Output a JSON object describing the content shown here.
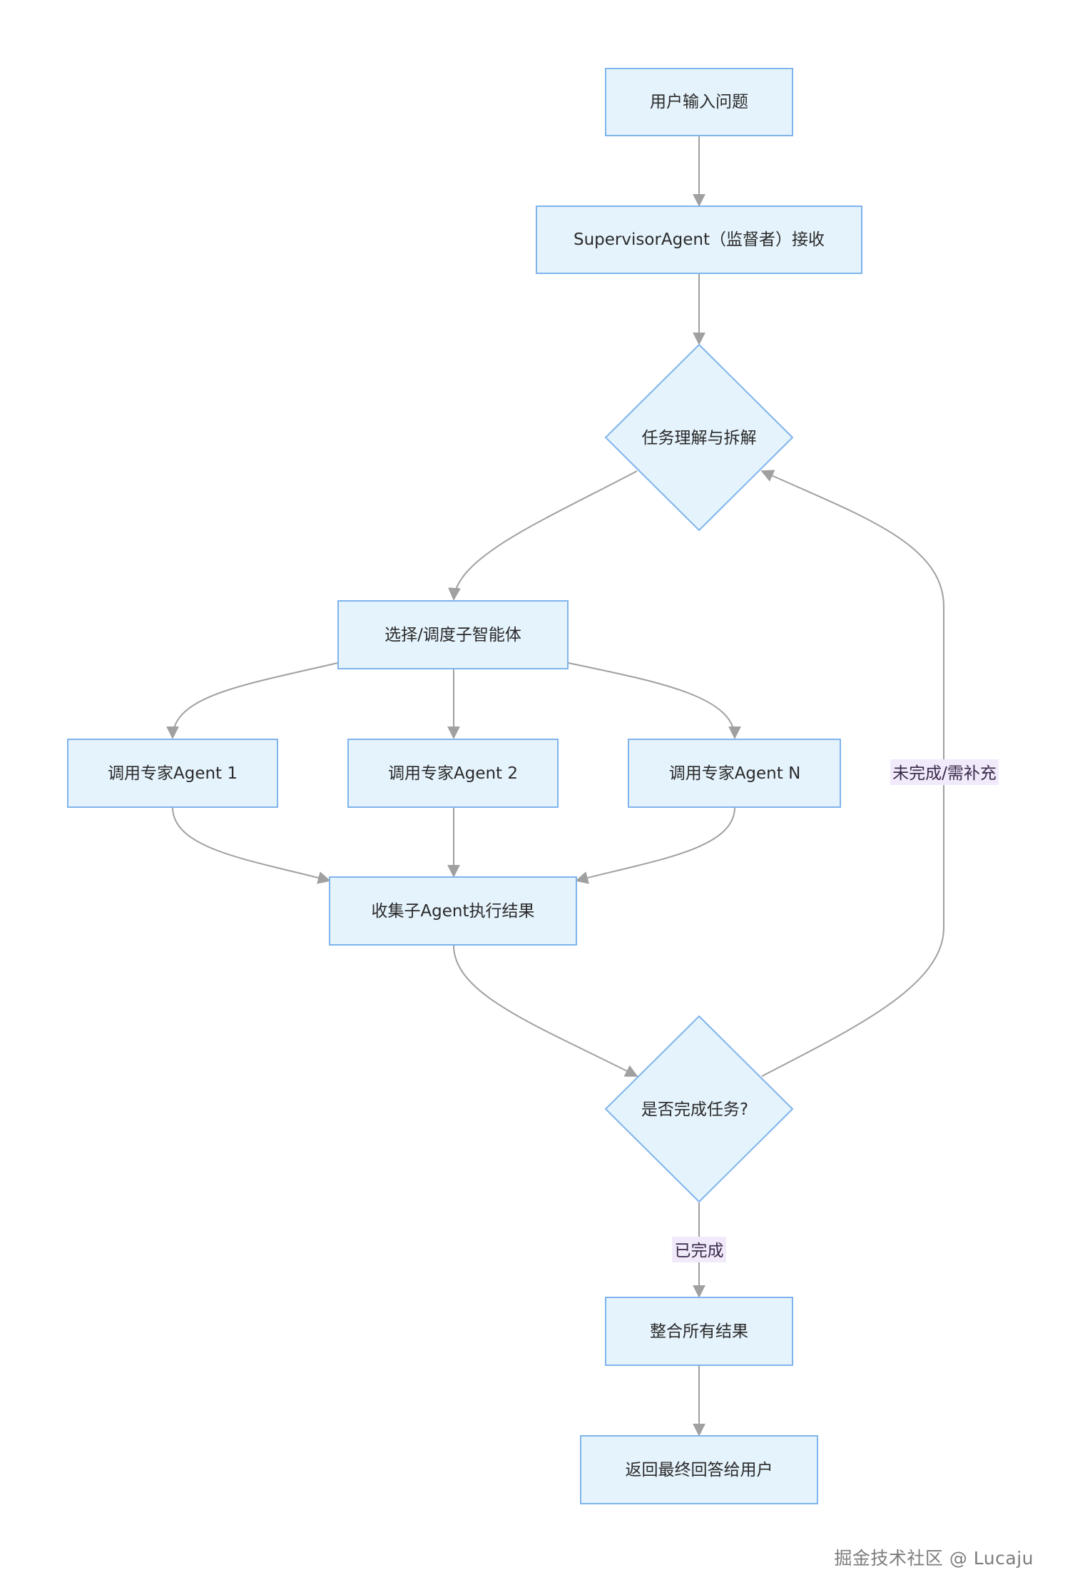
{
  "nodes": {
    "user_input": "用户输入问题",
    "supervisor_receive": "SupervisorAgent（监督者）接收",
    "task_understand": "任务理解与拆解",
    "select_agent": "选择/调度子智能体",
    "expert_1": "调用专家Agent 1",
    "expert_2": "调用专家Agent 2",
    "expert_n": "调用专家Agent N",
    "collect_results": "收集子Agent执行结果",
    "task_done_check": "是否完成任务?",
    "integrate_results": "整合所有结果",
    "return_answer": "返回最终回答给用户"
  },
  "edge_labels": {
    "not_done": "未完成/需补充",
    "done": "已完成"
  },
  "watermark": "掘金技术社区 @ Lucaju",
  "colors": {
    "node_fill": "#e5f3fc",
    "node_stroke": "#7fb4ec",
    "edge": "#a0a0a0",
    "edge_label_bg": "#f1eafb"
  }
}
